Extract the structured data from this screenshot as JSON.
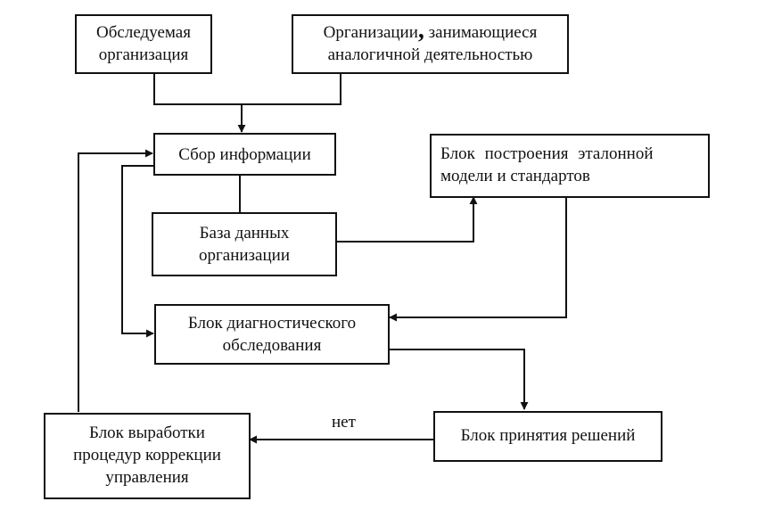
{
  "nodes": {
    "surveyed_org": {
      "lines": [
        "Обследуемая",
        "организация"
      ]
    },
    "similar_orgs": {
      "line1_a": "Организации",
      "line1_comma": ",",
      "line1_b": " занимающиеся",
      "line2": "аналогичной деятельностью"
    },
    "info_collection": {
      "lines": [
        "Сбор информации"
      ]
    },
    "reference_model": {
      "lines": [
        "Блок построения эталонной",
        "модели и стандартов"
      ]
    },
    "org_database": {
      "lines": [
        "База данных",
        "организации"
      ]
    },
    "diagnostic_block": {
      "lines": [
        "Блок диагностического",
        "обследования"
      ]
    },
    "decision_block": {
      "lines": [
        "Блок принятия решений"
      ]
    },
    "correction_block": {
      "lines": [
        "Блок выработки",
        "процедур коррекции",
        "управления"
      ]
    }
  },
  "edges": {
    "decision_to_correction_label": "нет"
  },
  "colors": {
    "line": "#111111",
    "background": "#ffffff"
  }
}
